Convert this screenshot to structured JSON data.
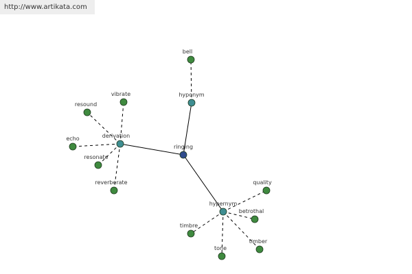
{
  "site_url": "http://www.artikata.com",
  "colors": {
    "center_node": "#2f4b8c",
    "relation_node": "#3f8e92",
    "leaf_node": "#3f8a3f",
    "solid_edge": "#000000",
    "dashed_edge": "#000000"
  },
  "nodes": {
    "center": "ringing",
    "relations": [
      "hyponym",
      "derivation",
      "hypernym"
    ],
    "hyponym_leaves": [
      "bell"
    ],
    "derivation_leaves": [
      "vibrate",
      "resound",
      "echo",
      "resonate",
      "reverberate"
    ],
    "hypernym_leaves": [
      "quality",
      "betrothal",
      "timbre",
      "tone",
      "timber"
    ]
  }
}
